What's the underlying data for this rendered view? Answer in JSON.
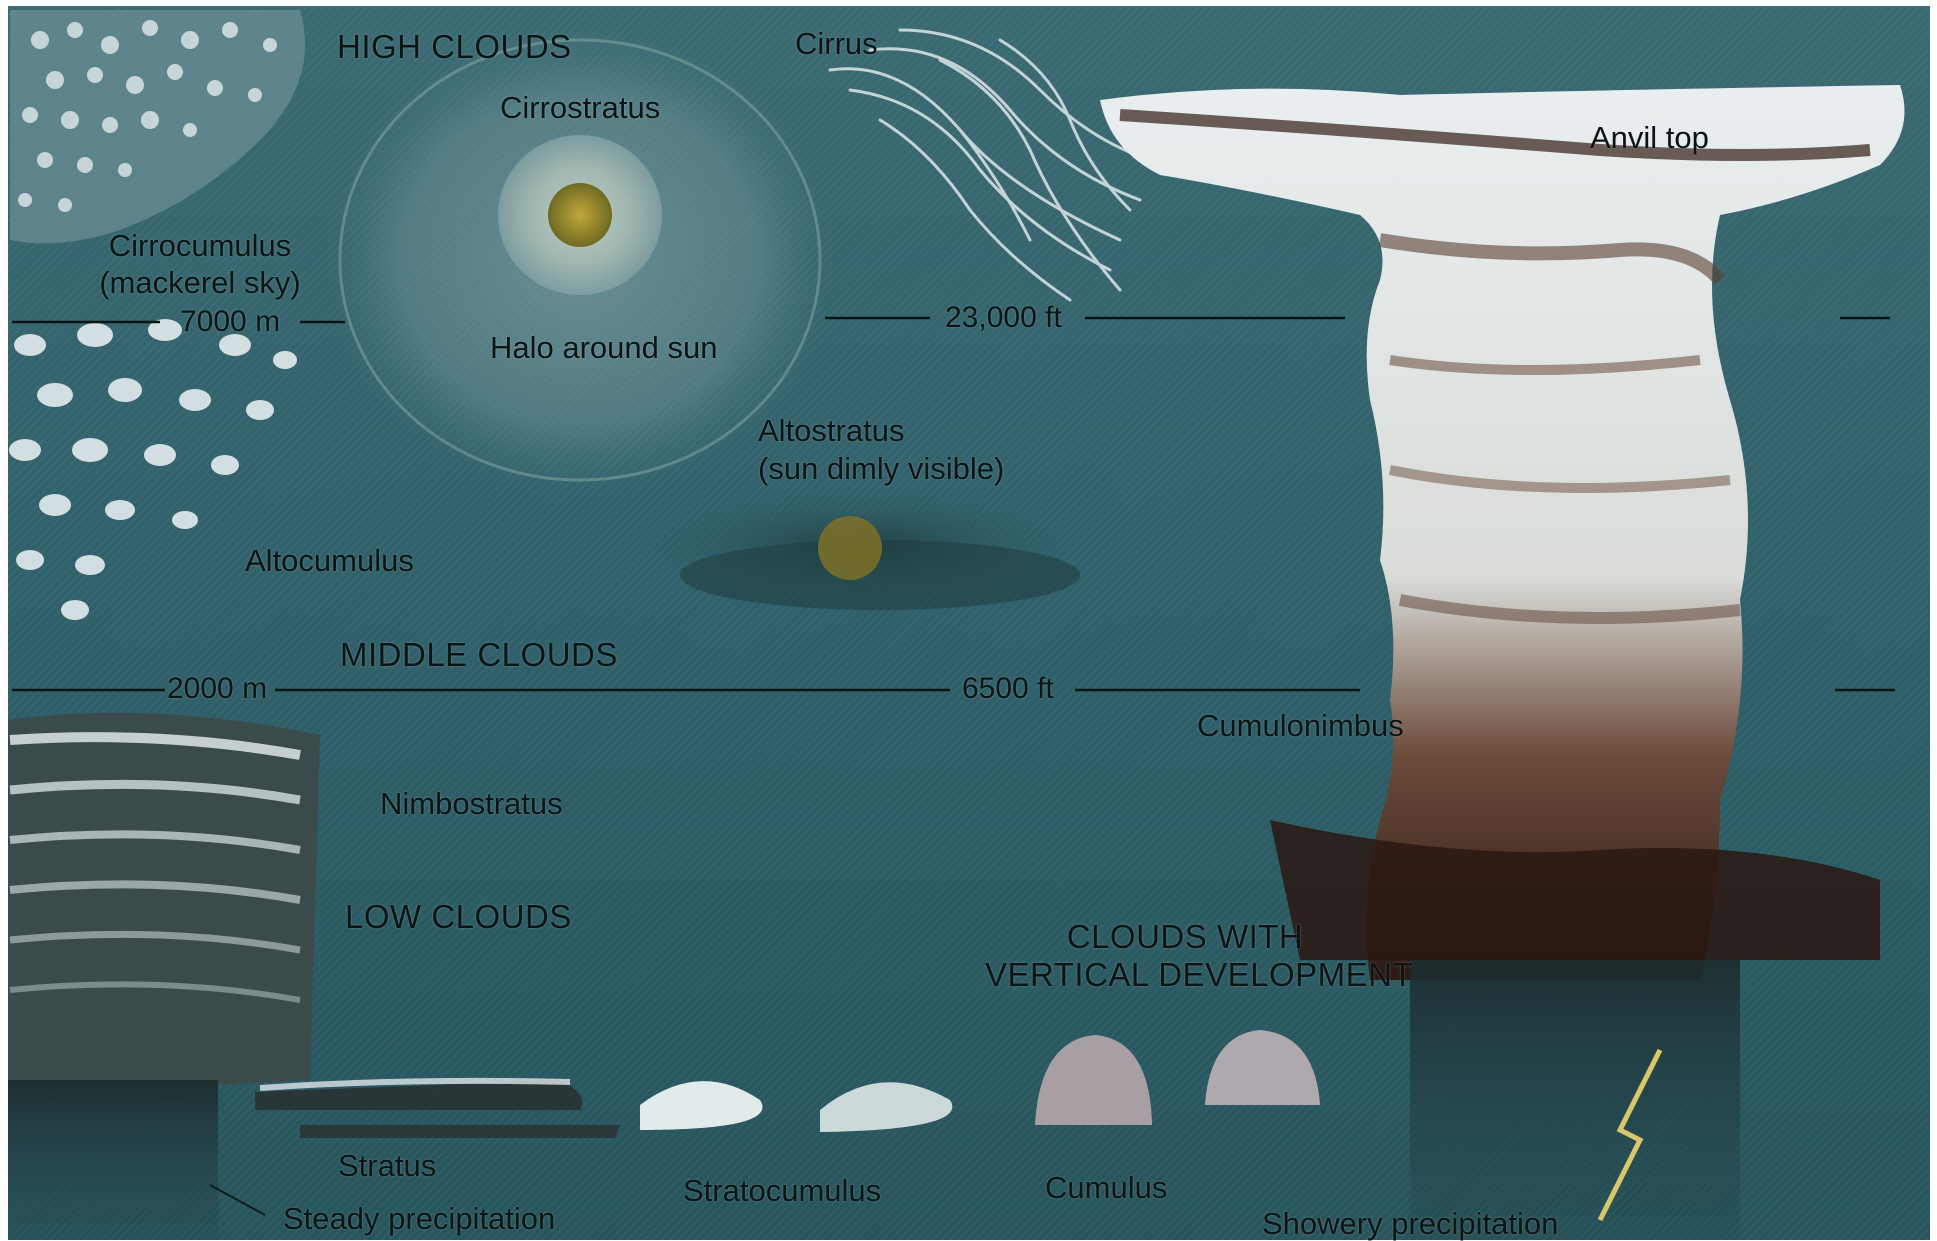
{
  "colors": {
    "sky_top": "#3a6870",
    "sky_mid": "#2f5e66",
    "sky_bottom": "#27545b",
    "cloud_white": "#e8eef0",
    "cloud_dark": "#3d2a22",
    "sun": "#9c8a2a",
    "text": "#0d1414"
  },
  "headings": {
    "high": "HIGH CLOUDS",
    "middle": "MIDDLE CLOUDS",
    "low": "LOW CLOUDS",
    "vertical_line1": "CLOUDS WITH",
    "vertical_line2": "VERTICAL DEVELOPMENT"
  },
  "altitudes": {
    "upper_m": "7000 m",
    "upper_ft": "23,000 ft",
    "lower_m": "2000 m",
    "lower_ft": "6500 ft"
  },
  "clouds": {
    "cirrus": "Cirrus",
    "cirrostratus": "Cirrostratus",
    "cirrocumulus_line1": "Cirrocumulus",
    "cirrocumulus_line2": "(mackerel sky)",
    "halo": "Halo around sun",
    "anvil": "Anvil top",
    "altostratus_line1": "Altostratus",
    "altostratus_line2": "(sun dimly visible)",
    "altocumulus": "Altocumulus",
    "cumulonimbus": "Cumulonimbus",
    "nimbostratus": "Nimbostratus",
    "stratus": "Stratus",
    "stratocumulus": "Stratocumulus",
    "cumulus": "Cumulus"
  },
  "precipitation": {
    "steady": "Steady precipitation",
    "showery": "Showery precipitation"
  }
}
